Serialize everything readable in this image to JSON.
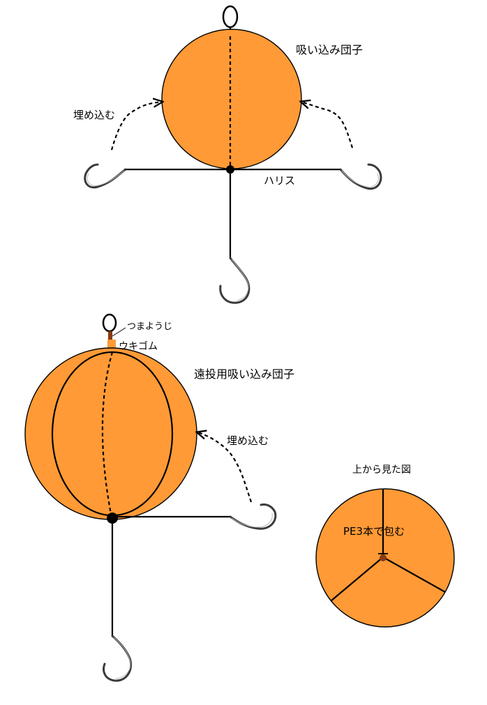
{
  "diagram_top": {
    "title": "吸い込み団子",
    "embed_label": "埋め込む",
    "harisu_label": "ハリス"
  },
  "diagram_bottom": {
    "toothpick_label": "つまようじ",
    "float_rubber_label": "ウキゴム",
    "title": "遠投用吸い込み団子",
    "embed_label": "埋め込む"
  },
  "top_view": {
    "title": "上から見た図",
    "note": "PE3本で包む"
  },
  "colors": {
    "dango": "#ff9a36",
    "line": "#000000",
    "hook": "#3a3a3a",
    "toothpick": "#8a3a12"
  }
}
